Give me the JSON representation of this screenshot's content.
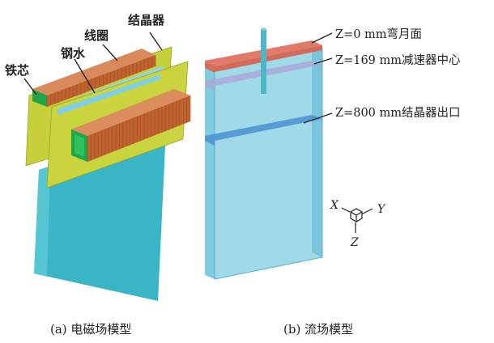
{
  "panel_a": {
    "labels": {
      "iron_core": "铁芯",
      "molten_steel": "钢水",
      "coil": "线圈",
      "mold": "结晶器"
    },
    "caption": "(a) 电磁场模型"
  },
  "panel_b": {
    "labels": {
      "meniscus": "Z=0 mm弯月面",
      "brake_center": "Z=169 mm减速器中心",
      "mold_exit": "Z=800 mm结晶器出口"
    },
    "axes": {
      "x": "X",
      "y": "Y",
      "z": "Z"
    },
    "caption": "(b) 流场模型"
  },
  "colors": {
    "steel": "#3fbccb",
    "mold": "#c8d23c",
    "coil": "#c8683a",
    "core": "#1fa64a",
    "meniscus": "#e07a6a"
  }
}
